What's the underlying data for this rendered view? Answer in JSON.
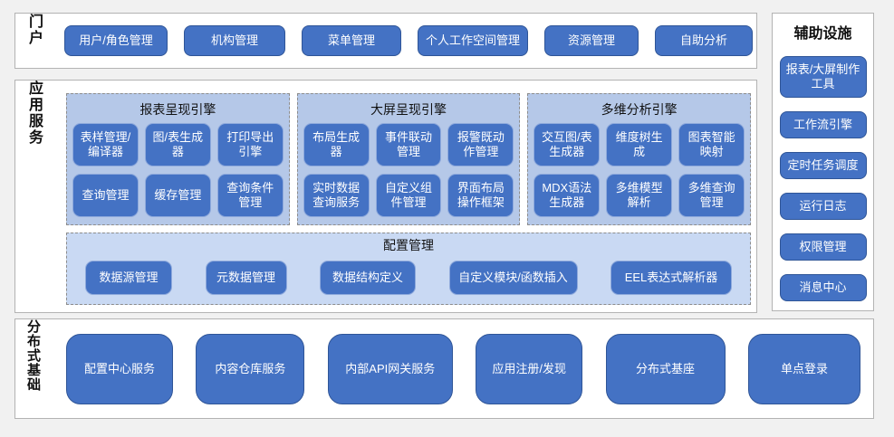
{
  "portal": {
    "label": "门户",
    "buttons": [
      "用户/角色管理",
      "机构管理",
      "菜单管理",
      "个人工作空间管理",
      "资源管理",
      "自助分析"
    ]
  },
  "app_services": {
    "label": "应用服务",
    "engines": [
      {
        "title": "报表呈现引擎",
        "buttons": [
          "表样管理/编译器",
          "图/表生成器",
          "打印导出引擎",
          "查询管理",
          "缓存管理",
          "查询条件管理"
        ]
      },
      {
        "title": "大屏呈现引擎",
        "buttons": [
          "布局生成器",
          "事件联动管理",
          "报警既动作管理",
          "实时数据查询服务",
          "自定义组件管理",
          "界面布局操作框架"
        ]
      },
      {
        "title": "多维分析引擎",
        "buttons": [
          "交互图/表生成器",
          "维度树生成",
          "图表智能映射",
          "MDX语法生成器",
          "多维模型解析",
          "多维查询管理"
        ]
      }
    ],
    "config": {
      "title": "配置管理",
      "buttons": [
        "数据源管理",
        "元数据管理",
        "数据结构定义",
        "自定义模块/函数插入",
        "EEL表达式解析器"
      ]
    }
  },
  "auxiliary": {
    "title": "辅助设施",
    "buttons": [
      "报表/大屏制作工具",
      "工作流引擎",
      "定时任务调度",
      "运行日志",
      "权限管理",
      "消息中心"
    ]
  },
  "distributed": {
    "label": "分布式基础",
    "buttons": [
      "配置中心服务",
      "内容仓库服务",
      "内部API网关服务",
      "应用注册/发现",
      "分布式基座",
      "单点登录"
    ]
  },
  "colors": {
    "button_blue": "#4472c4",
    "button_border_dark": "#2f5597",
    "button_border_light": "#8faadc",
    "engine_panel_blue": "#b5c8e8",
    "config_panel_blue": "#c9d9f3",
    "section_border": "#b3b3b3",
    "page_bg": "#f1f1f1"
  }
}
